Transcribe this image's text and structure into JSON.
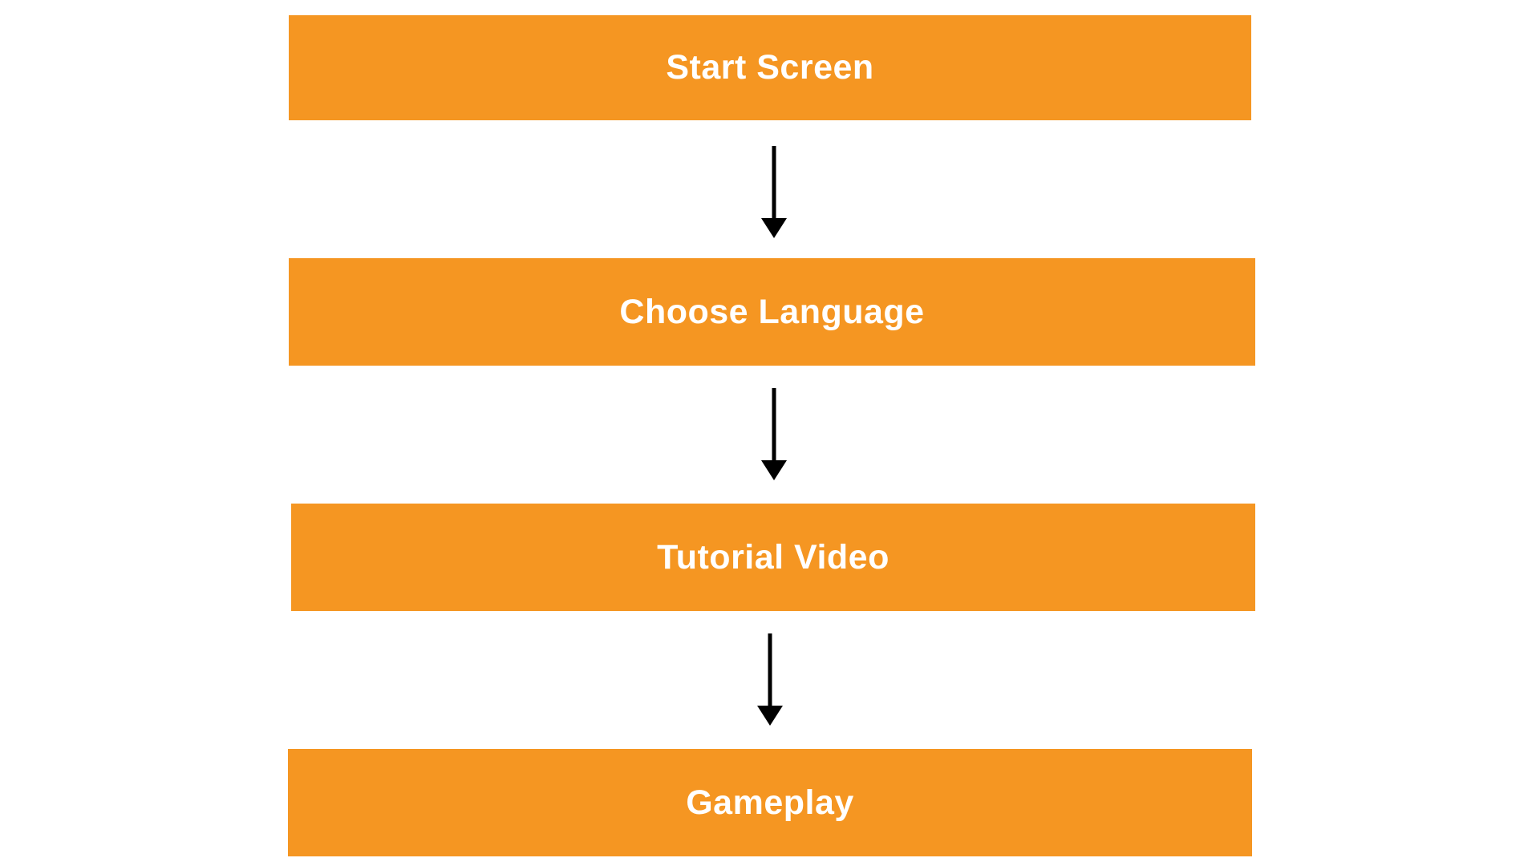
{
  "flowchart": {
    "steps": [
      {
        "label": "Start Screen"
      },
      {
        "label": "Choose Language"
      },
      {
        "label": "Tutorial Video"
      },
      {
        "label": "Gameplay"
      }
    ],
    "colors": {
      "box_fill": "#F59622",
      "box_text": "#FFFFFF",
      "arrow": "#000000",
      "background": "#FFFFFF"
    }
  }
}
